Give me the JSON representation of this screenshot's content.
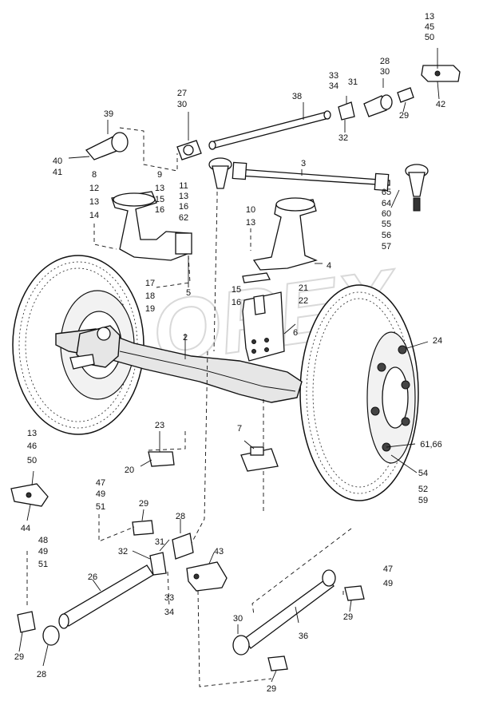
{
  "watermark": "OPEX",
  "labels": {
    "l13_45_50": [
      "13",
      "45",
      "50"
    ],
    "l42": "42",
    "l28_30": [
      "28",
      "30"
    ],
    "l29_top": "29",
    "l33_34_top": [
      "33",
      "34"
    ],
    "l31_top": "31",
    "l32_top": "32",
    "l38": "38",
    "l27_30": [
      "27",
      "30"
    ],
    "l39": "39",
    "l40_41": [
      "40",
      "41"
    ],
    "l3": "3",
    "l8_12_13_14": [
      "8",
      "12",
      "13",
      "14"
    ],
    "l9_13_15_16": [
      "9",
      "13",
      "15",
      "16"
    ],
    "l11_13_16_62": [
      "11",
      "13",
      "16",
      "62"
    ],
    "l10_13": [
      "10",
      "13"
    ],
    "l65_57": [
      "65",
      "64",
      "60",
      "55",
      "56",
      "57"
    ],
    "l4": "4",
    "l5": "5",
    "l17_18_19": [
      "17",
      "18",
      "19"
    ],
    "l15_16": [
      "15",
      "16"
    ],
    "l21_22": [
      "21",
      "22"
    ],
    "l6": "6",
    "l2": "2",
    "l24": "24",
    "l23": "23",
    "l20": "20",
    "l7": "7",
    "l13_46_50": [
      "13",
      "46",
      "50"
    ],
    "l44": "44",
    "l61_66": "61,66",
    "l54": "54",
    "l52_59": [
      "52",
      "59"
    ],
    "l47_49_51": [
      "47",
      "49",
      "51"
    ],
    "l29_mid": "29",
    "l28_mid": "28",
    "l31_mid": "31",
    "l32_mid": "32",
    "l43": "43",
    "l48_49_51": [
      "48",
      "49",
      "51"
    ],
    "l26": "26",
    "l33_34_bot": [
      "33",
      "34"
    ],
    "l47_49_right": [
      "47",
      "49"
    ],
    "l29_right": "29",
    "l30_bot": "30",
    "l36": "36",
    "l29_left": "29",
    "l28_left": "28",
    "l29_bottom": "29"
  }
}
